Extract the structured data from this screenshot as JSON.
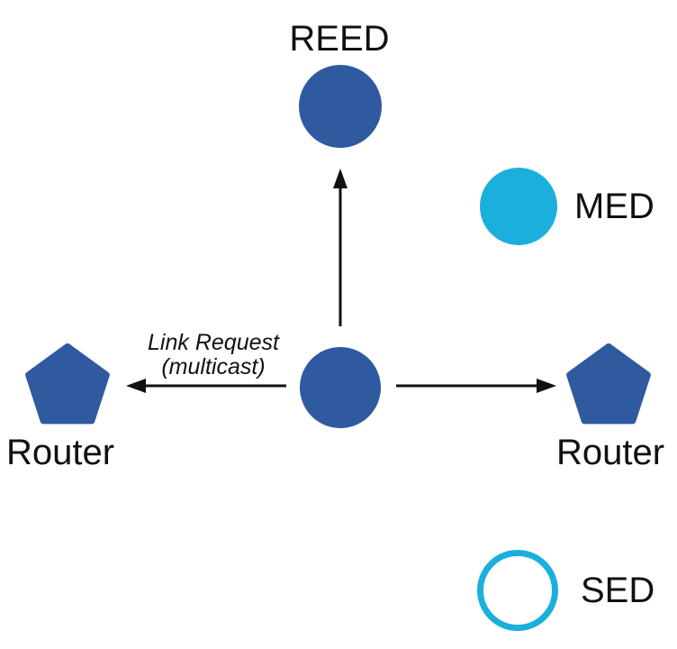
{
  "diagram": {
    "description": "Thread network topology: a joining child node multicasts a Link Request to neighboring Routers; node types shown are REED, MED, SED, Router",
    "nodes": {
      "reed": {
        "label": "REED",
        "shape": "filled-circle",
        "color": "#2F5AA0"
      },
      "med": {
        "label": "MED",
        "shape": "filled-circle",
        "color": "#1BB0DC"
      },
      "center": {
        "label": "",
        "shape": "filled-circle",
        "color": "#2F5AA0"
      },
      "router_left": {
        "label": "Router",
        "shape": "pentagon",
        "color": "#2F5AA0"
      },
      "router_right": {
        "label": "Router",
        "shape": "pentagon",
        "color": "#2F5AA0"
      },
      "sed": {
        "label": "SED",
        "shape": "outlined-circle",
        "color": "#1BB0DC"
      }
    },
    "message": {
      "line1": "Link Request",
      "line2": "(multicast)"
    },
    "arrows": [
      {
        "from": "center",
        "to": "reed",
        "direction": "up"
      },
      {
        "from": "center",
        "to": "router_left",
        "direction": "left",
        "label": "Link Request (multicast)"
      },
      {
        "from": "center",
        "to": "router_right",
        "direction": "right"
      }
    ],
    "colors": {
      "router_blue": "#2F5AA0",
      "end_device_cyan": "#1BB0DC",
      "arrow": "#111111",
      "text": "#111111",
      "background": "#FFFFFF"
    }
  }
}
